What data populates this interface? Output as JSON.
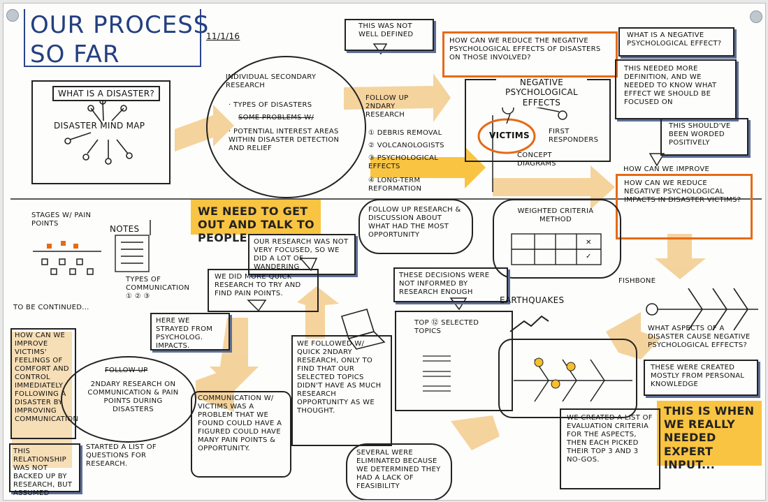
{
  "title": {
    "line1": "OUR PROCESS",
    "line2": "SO FAR",
    "date": "11/1/16"
  },
  "notes": {
    "what_disaster": "WHAT IS A DISASTER?",
    "mindmap": "DISASTER MIND MAP",
    "secondary_title": "INDIVIDUAL SECONDARY RESEARCH",
    "secondary_1": "· TYPES OF DISASTERS",
    "secondary_1b": "SOME PROBLEMS w/",
    "secondary_2": "· POTENTIAL INTEREST AREAS WITHIN DISASTER DETECTION AND RELIEF",
    "follow_up": "FOLLOW UP 2ndARY RESEARCH",
    "list_1": "① DEBRIS REMOVAL",
    "list_2": "② VOLCANOLOGISTS",
    "list_3": "③ PSYCHOLOGICAL EFFECTS",
    "list_4": "④ LONG-TERM REFORMATION",
    "follow_up_cloud": "FOLLOW UP RESEARCH & DISCUSSION ABOUT WHAT HAD THE MOST OPPORTUNITY",
    "not_defined": "THIS WAS NOT WELL DEFINED",
    "how_reduce": "HOW CAN WE REDUCE THE NEGATIVE PSYCHOLOGICAL EFFECTS OF DISASTERS ON THOSE INVOLVED?",
    "what_negative": "WHAT IS A NEGATIVE PSYCHOLOGICAL EFFECT?",
    "needed_definition": "THIS NEEDED MORE DEFINITION, AND WE NEEDED TO KNOW WHAT EFFECT WE SHOULD BE FOCUSED ON",
    "worded_positively": "THIS SHOULD'VE BEEN WORDED POSITIVELY",
    "neg_effects": "NEGATIVE PSYCHOLOGICAL EFFECTS",
    "victims": "VICTIMS",
    "first_responders": "FIRST RESPONDERS",
    "concept_diagrams": "CONCEPT DIAGRAMS",
    "how_improve": "HOW CAN WE IMPROVE",
    "how_reduce_victims": "HOW CAN WE REDUCE NEGATIVE PSYCHOLOGICAL IMPACTS IN DISASTER VICTIMS?",
    "weighted": "WEIGHTED CRITERIA METHOD",
    "fishbone": "FISHBONE",
    "what_aspects": "WHAT ASPECTS OF A DISASTER CAUSE NEGATIVE PSYCHOLOGICAL EFFECTS?",
    "created_mostly": "THESE WERE CREATED MOSTLY FROM PERSONAL KNOWLEDGE",
    "expert_input": "THIS IS WHEN WE REALLY NEEDED EXPERT INPUT...",
    "eval_criteria": "WE CREATED A LIST OF EVALUATION CRITERIA FOR THE ASPECTS, THEN EACH PICKED THEIR TOP 3 AND 3 NO-GOS.",
    "need_out": "WE NEED TO GET OUT AND TALK TO PEOPLE",
    "stages": "STAGES w/ PAIN POINTS",
    "notes_lbl": "NOTES",
    "types_comm": "TYPES OF COMMUNICATION ① ② ③",
    "research_focused": "OUR RESEARCH WAS NOT VERY FOCUSED, SO WE DID A LOT OF WANDERING",
    "quick_research": "WE DID MORE QUICK RESEARCH TO TRY AND FIND PAIN POINTS.",
    "decisions": "THESE DECISIONS WERE NOT INFORMED BY RESEARCH ENOUGH",
    "earthquakes": "EARTHQUAKES",
    "top12": "TOP ⑫ SELECTED TOPICS",
    "to_be_continued": "TO BE CONTINUED...",
    "strayed": "HERE WE STRAYED FROM PSYCHOLOG. IMPACTS.",
    "followed": "WE FOLLOWED w/ QUICK 2ndARY RESEARCH, ONLY TO FIND THAT OUR SELECTED TOPICS DIDN'T HAVE AS MUCH RESEARCH OPPORTUNITY AS WE THOUGHT.",
    "how_improve_feelings": "HOW CAN WE IMPROVE VICTIMS' FEELINGS OF COMFORT AND CONTROL IMMEDIATELY FOLLOWING A DISASTER BY IMPROVING COMMUNICATION",
    "relationship": "THIS RELATIONSHIP WAS NOT BACKED UP BY RESEARCH, BUT ASSUMED",
    "followup_strike": "FOLLOW-UP",
    "second_research": "2ndARY RESEARCH ON COMMUNICATION & PAIN POINTS DURING DISASTERS",
    "started_list": "STARTED A LIST OF QUESTIONS FOR RESEARCH.",
    "communication": "COMMUNICATION w/ VICTIMS WAS A PROBLEM THAT WE FOUND COULD HAVE A FIGURED COULD HAVE MANY PAIN POINTS & OPPORTUNITY.",
    "several": "SEVERAL WERE ELIMINATED BECAUSE WE DETERMINED THEY HAD A LACK OF FEASIBILITY"
  },
  "colors": {
    "ink": "#111111",
    "title": "#233f80",
    "orange": "#e66a16",
    "yellow": "#f8be2c",
    "peach": "#f1c47d",
    "shadow_blue": "#5d6f98"
  },
  "icons": [
    "pin-icon",
    "laptop-icon",
    "mind-map-icon",
    "fishbone-icon",
    "checkmark-icon",
    "cross-icon"
  ]
}
